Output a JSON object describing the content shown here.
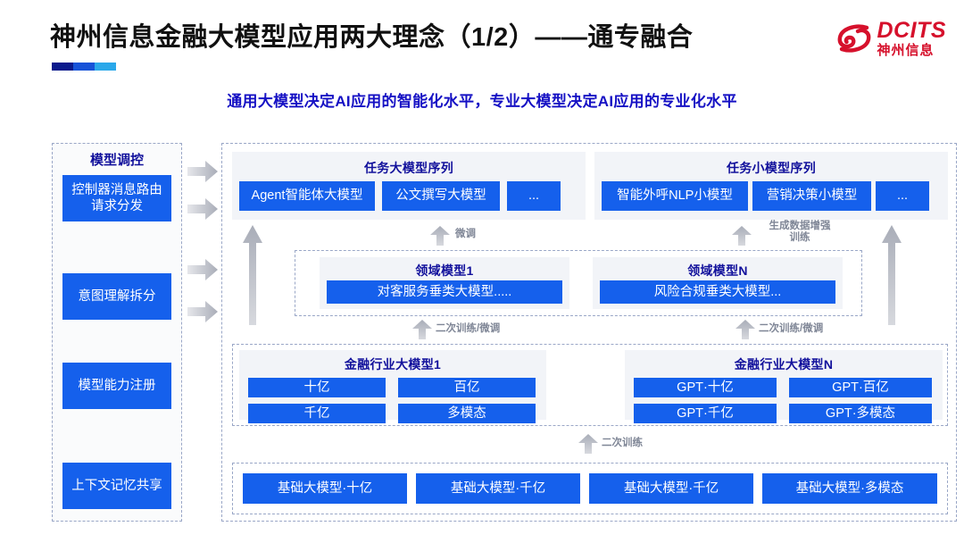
{
  "header": {
    "title": "神州信息金融大模型应用两大理念（1/2）——通专融合",
    "subtitle": "通用大模型决定AI应用的智能化水平，专业大模型决定AI应用的专业化水平",
    "logo": {
      "en": "DCITS",
      "cn": "神州信息",
      "mark_icon": "dcits-swirl-icon",
      "color": "#d6112c"
    },
    "underline_colors": [
      "#0a1a8c",
      "#1652d8",
      "#2aa8ea"
    ]
  },
  "colors": {
    "accent_blue": "#1560ec",
    "title_blue": "#12119c",
    "arrow_grey": "#b9bcc4",
    "dash_border": "#9aa7c7",
    "panel_bg": "#f2f4f8"
  },
  "left_column": {
    "title": "模型调控",
    "items": [
      {
        "label": "控制器消息路由请求分发"
      },
      {
        "label": "意图理解拆分"
      },
      {
        "label": "模型能力注册"
      },
      {
        "label": "上下文记忆共享"
      }
    ]
  },
  "arrows": {
    "right_arrows_count": 4,
    "labels": {
      "fine_tune": "微调",
      "gen_data_aug": "生成数据增强\n训练",
      "second_train_tune_left": "二次训练/微调",
      "second_train_tune_right": "二次训练/微调",
      "second_train": "二次训练"
    }
  },
  "task_sequences": [
    {
      "title": "任务大模型序列",
      "items": [
        "Agent智能体大模型",
        "公文撰写大模型",
        "..."
      ]
    },
    {
      "title": "任务小模型序列",
      "items": [
        "智能外呼NLP小模型",
        "营销决策小模型",
        "..."
      ]
    }
  ],
  "domain_models": [
    {
      "title": "领域模型1",
      "item": "对客服务垂类大模型....."
    },
    {
      "title": "领域模型N",
      "item": "风险合规垂类大模型..."
    }
  ],
  "industry_models": [
    {
      "title": "金融行业大模型1",
      "items": [
        "十亿",
        "百亿",
        "千亿",
        "多模态"
      ]
    },
    {
      "title": "金融行业大模型N",
      "items": [
        "GPT·十亿",
        "GPT·百亿",
        "GPT·千亿",
        "GPT·多模态"
      ]
    }
  ],
  "base_models": {
    "items": [
      "基础大模型·十亿",
      "基础大模型·千亿",
      "基础大模型·千亿",
      "基础大模型·多模态"
    ]
  }
}
